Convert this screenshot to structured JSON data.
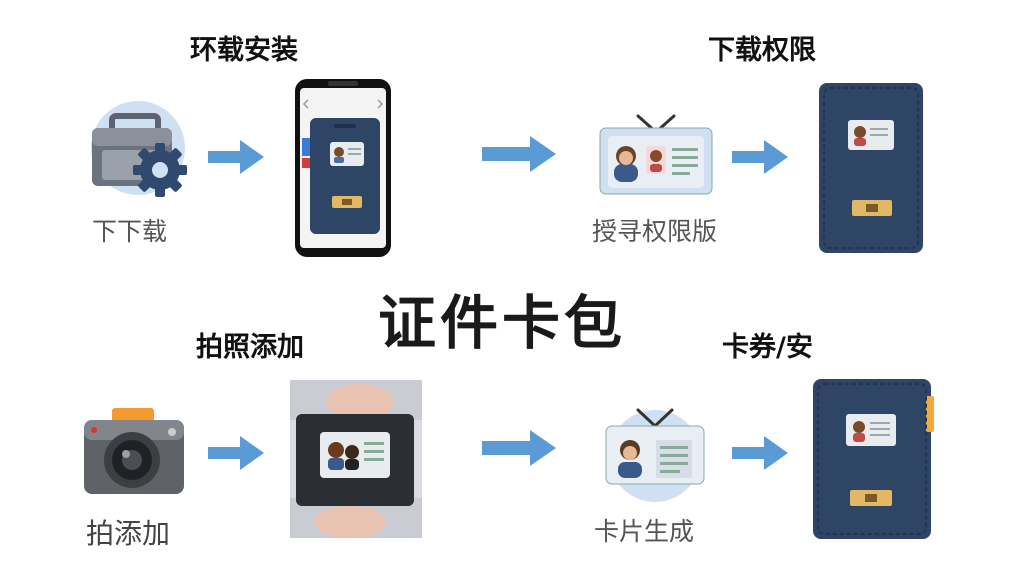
{
  "title": "证件卡包",
  "row1": {
    "heading_left": "环载安装",
    "heading_right": "下载权限",
    "step1_caption": "下下载",
    "step3_caption": "授寻权限版"
  },
  "row2": {
    "heading_left": "拍照添加",
    "heading_right": "卡券/安",
    "step1_caption": "拍添加",
    "step3_caption": "卡片生成"
  },
  "colors": {
    "arrow": "#5b9bd5",
    "wallet": "#2f4566",
    "icon_circle": "#cfe0f3",
    "camera_orange": "#f29a2e"
  },
  "icons": [
    "toolbox-gear-icon",
    "smartphone-icon",
    "id-card-icon",
    "wallet-icon",
    "camera-icon",
    "photo-icon",
    "arrow-right-icon"
  ]
}
